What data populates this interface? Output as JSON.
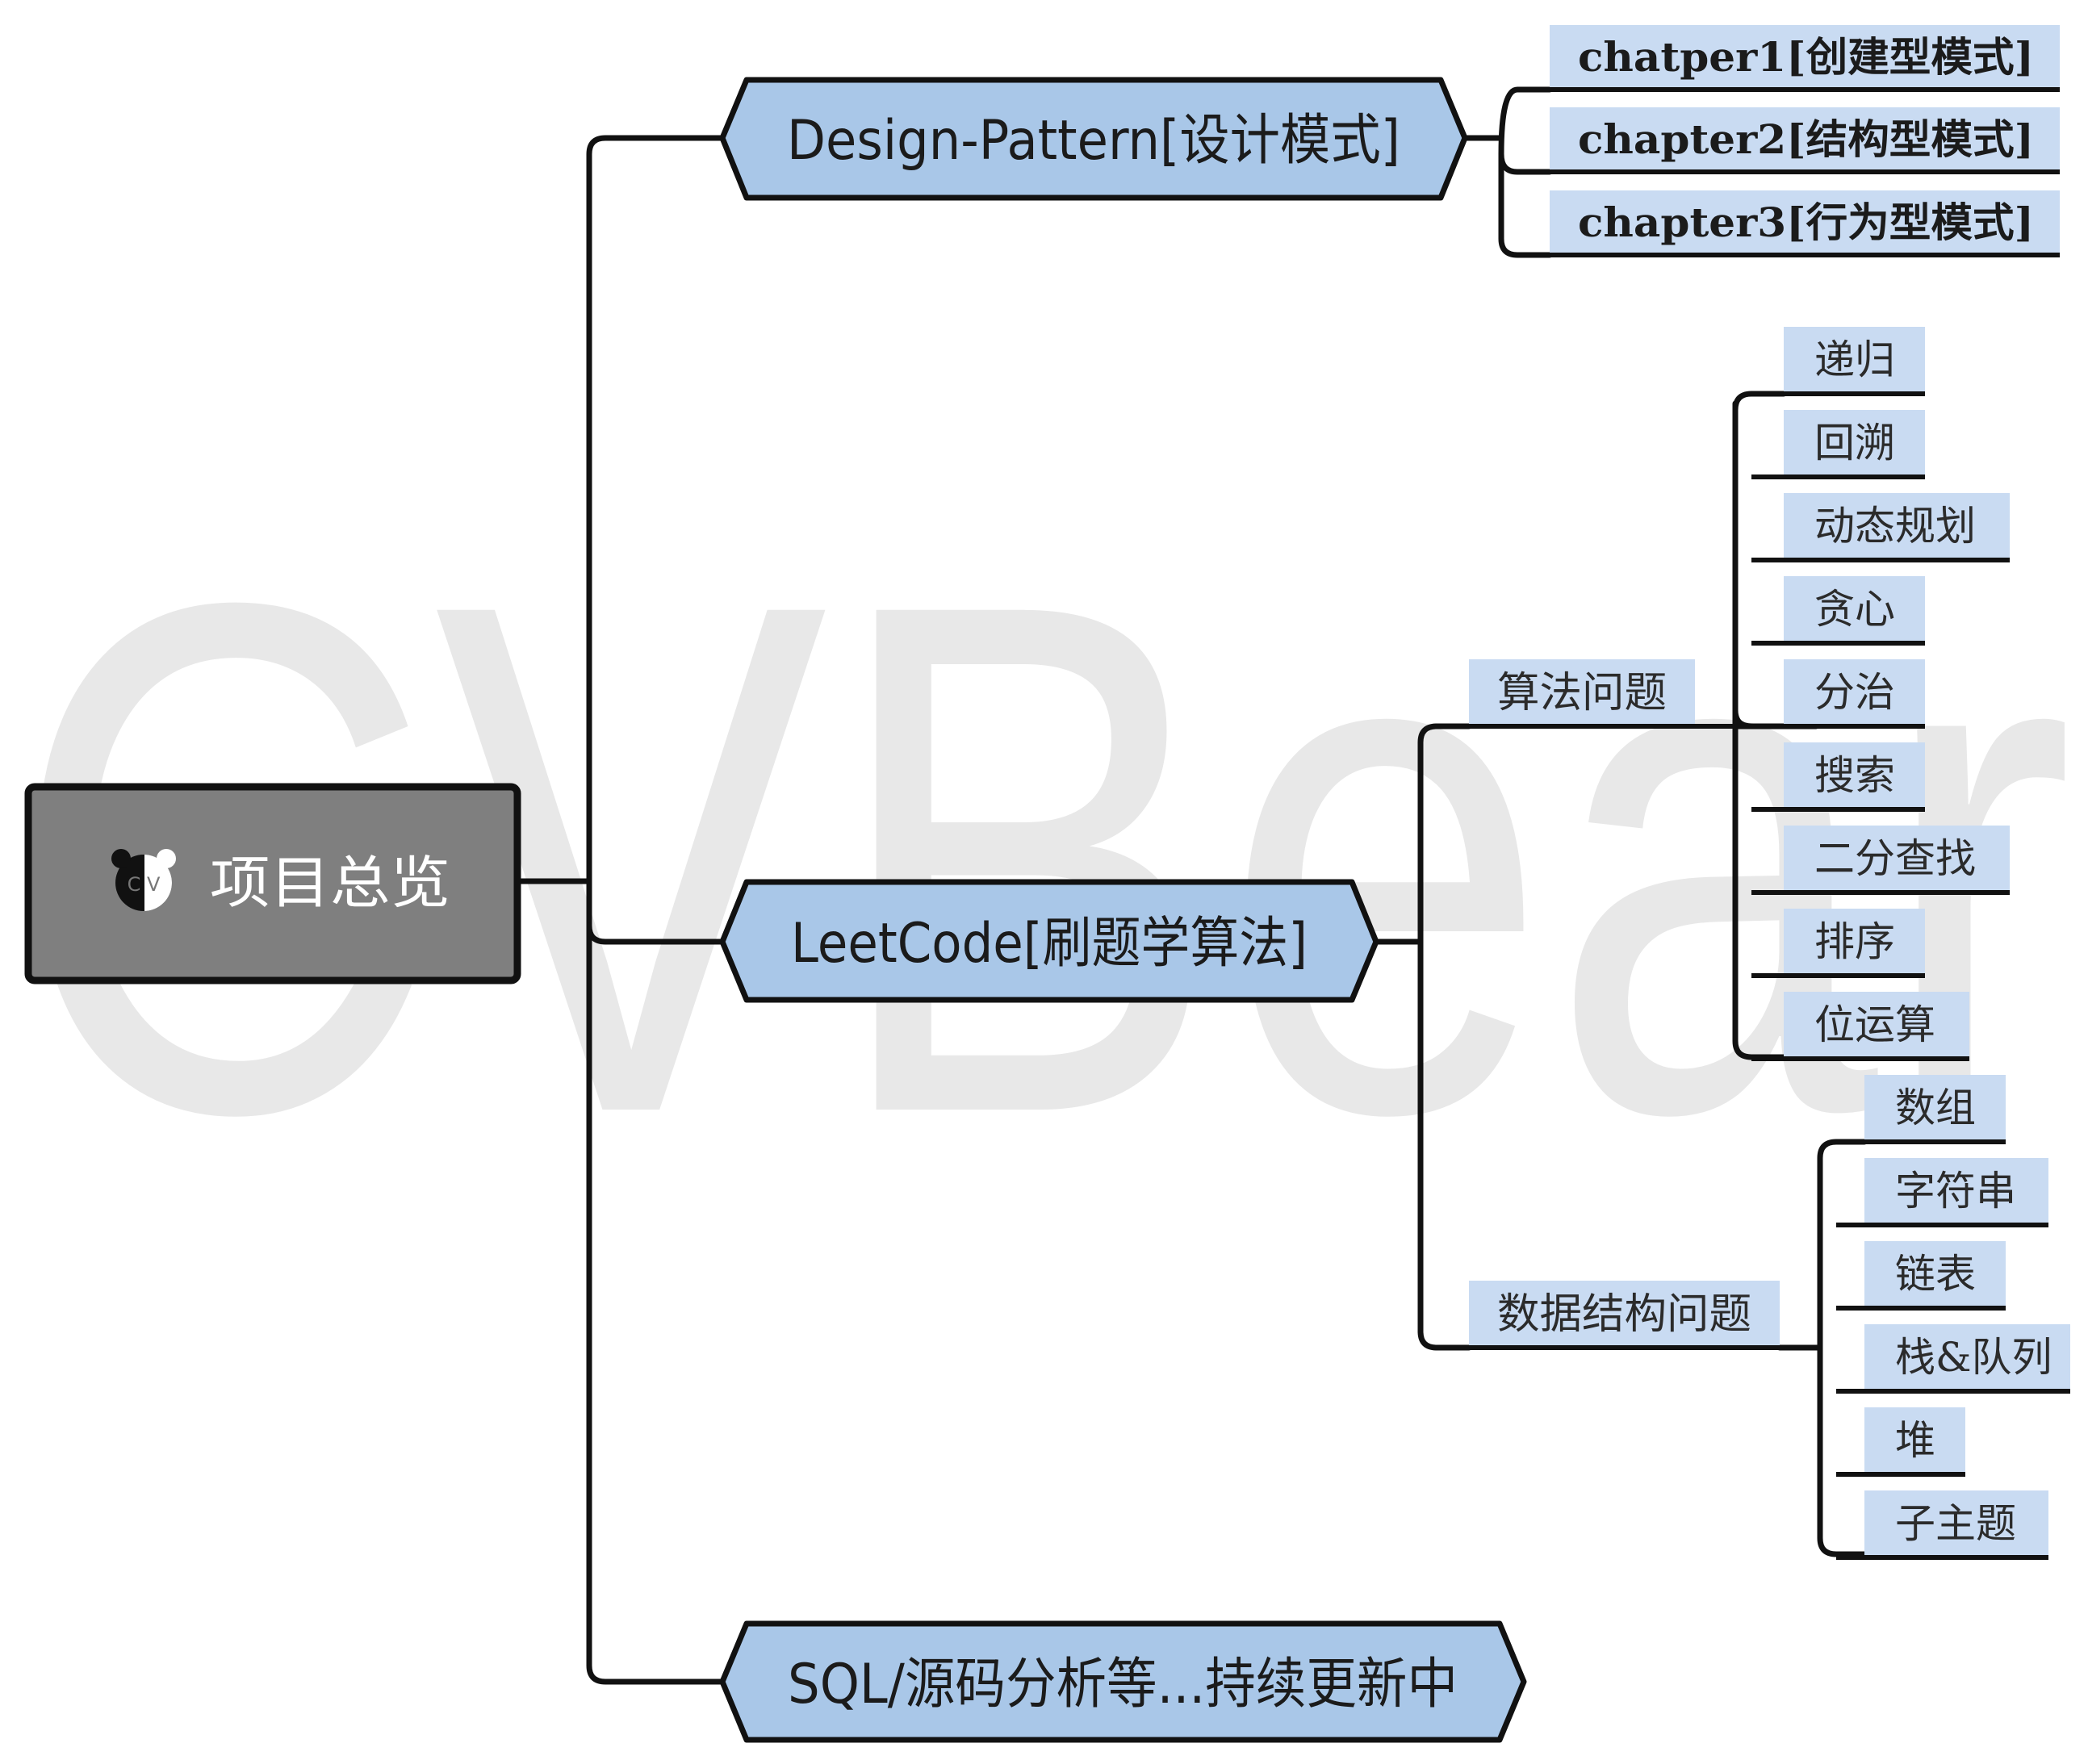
{
  "watermark": "CVBear",
  "root": {
    "label": "项目总览",
    "icon": "bear-logo-icon",
    "logo_text": "C V"
  },
  "design_pattern": {
    "label": "Design-Pattern[设计模式]",
    "children": [
      "chatper1[创建型模式]",
      "chapter2[结构型模式]",
      "chapter3[行为型模式]"
    ]
  },
  "leetcode": {
    "label": "LeetCode[刷题学算法]",
    "algorithm": {
      "label": "算法问题",
      "children": [
        "递归",
        "回溯",
        "动态规划",
        "贪心",
        "分治",
        "搜索",
        "二分查找",
        "排序",
        "位运算"
      ]
    },
    "data_structure": {
      "label": "数据结构问题",
      "children": [
        "数组",
        "字符串",
        "链表",
        "栈&队列",
        "堆",
        "子主题"
      ]
    }
  },
  "sql": {
    "label": "SQL/源码分析等...持续更新中"
  },
  "colors": {
    "node_fill": "#a9c7e8",
    "leaf_fill": "#c9dbf2",
    "root_fill": "#7f7f7f",
    "line": "#111111"
  }
}
